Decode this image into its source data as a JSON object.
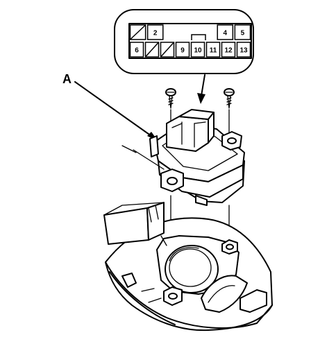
{
  "callout": {
    "label": "A"
  },
  "connector": {
    "top_row": [
      {
        "label": "",
        "state": "blank"
      },
      {
        "label": "2",
        "state": "used"
      },
      {
        "label": "",
        "state": "open"
      },
      {
        "label": "",
        "state": "open"
      },
      {
        "label": "",
        "state": "open"
      },
      {
        "label": "4",
        "state": "used"
      },
      {
        "label": "5",
        "state": "used"
      }
    ],
    "bottom_row": [
      {
        "label": "6",
        "state": "used"
      },
      {
        "label": "",
        "state": "blank"
      },
      {
        "label": "",
        "state": "blank"
      },
      {
        "label": "9",
        "state": "used"
      },
      {
        "label": "10",
        "state": "used"
      },
      {
        "label": "11",
        "state": "used"
      },
      {
        "label": "12",
        "state": "used"
      },
      {
        "label": "13",
        "state": "used"
      }
    ]
  }
}
